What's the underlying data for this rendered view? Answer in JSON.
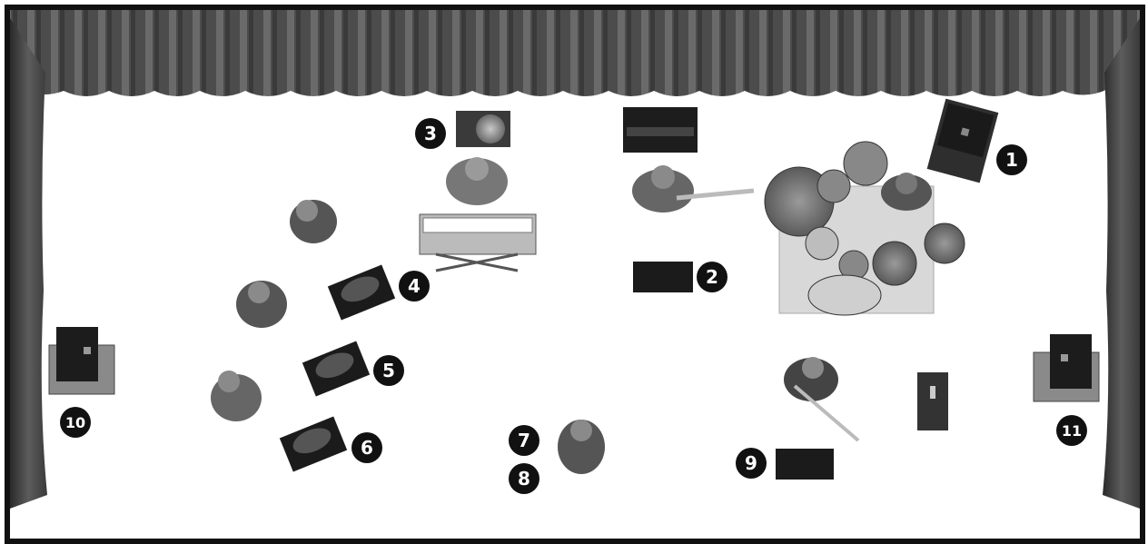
{
  "colors": {
    "ink": "#111111",
    "curtain_dark": "#3a3a3a",
    "curtain_mid": "#6e6e6e",
    "floor": "#ffffff",
    "rug": "#d8d8d8"
  },
  "markers": {
    "m1": "1",
    "m2": "2",
    "m3": "3",
    "m4": "4",
    "m5": "5",
    "m6": "6",
    "m7": "7",
    "m8": "8",
    "m9": "9",
    "m10": "10",
    "m11": "11"
  }
}
